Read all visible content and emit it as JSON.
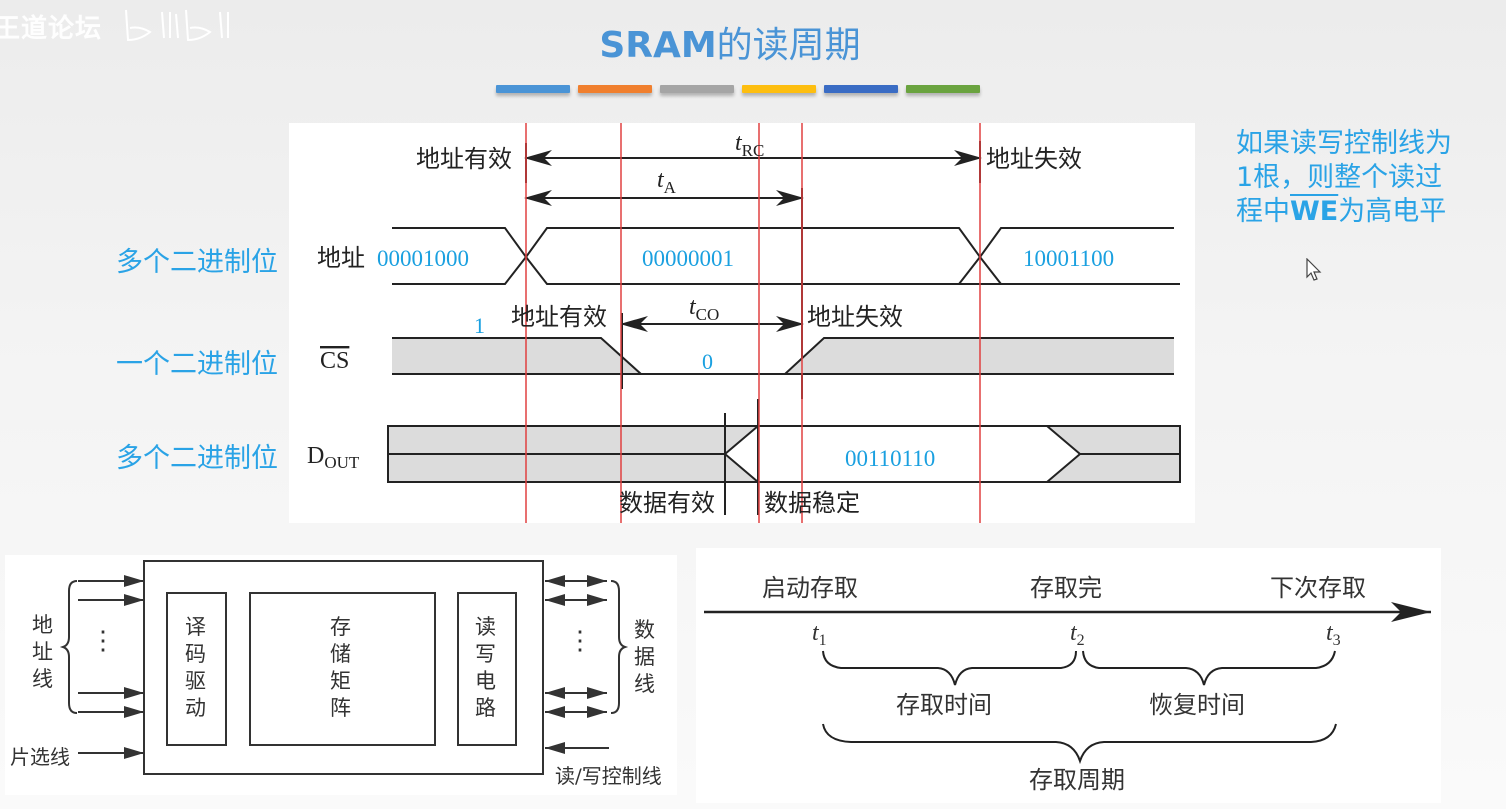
{
  "watermark": {
    "text": "王道论坛",
    "logo_icon": "bilibili-logo-icon"
  },
  "title": {
    "latin": "SRAM",
    "cn": "的读周期"
  },
  "color_bars": [
    "#4a94d6",
    "#f07f2e",
    "#a5a5a5",
    "#fdbe10",
    "#3a6cc4",
    "#6aa33f"
  ],
  "side_labels": {
    "address": "多个二进制位",
    "cs": "一个二进制位",
    "dout": "多个二进制位"
  },
  "note": {
    "line1": "如果读写控制线为",
    "line2": "1根，则整个读过",
    "line3_pre": "程中",
    "line3_signal": "WE",
    "line3_post": "为高电平"
  },
  "timing": {
    "addr_valid_top": "地址有效",
    "addr_invalid_top": "地址失效",
    "t_rc": {
      "t": "t",
      "sub": "RC"
    },
    "t_a": {
      "t": "t",
      "sub": "A"
    },
    "t_co": {
      "t": "t",
      "sub": "CO"
    },
    "addr_signal": "地址",
    "addr_values": [
      "00001000",
      "00000001",
      "10001100"
    ],
    "cs_signal": "CS",
    "cs_high": "1",
    "cs_low": "0",
    "cs_addr_valid": "地址有效",
    "cs_addr_invalid": "地址失效",
    "dout_signal": {
      "main": "D",
      "sub": "OUT"
    },
    "dout_value": "00110110",
    "data_valid": "数据有效",
    "data_stable": "数据稳定"
  },
  "block_diagram": {
    "address_lines": "地址线",
    "chip_select": "片选线",
    "decoder": "译码驱动",
    "matrix": "存储矩阵",
    "rw_circuit": "读写电路",
    "data_lines": "数据线",
    "rw_control": "读/写控制线",
    "ellipsis": "⋮"
  },
  "access_cycle": {
    "start": "启动存取",
    "done": "存取完",
    "next": "下次存取",
    "t1": {
      "t": "t",
      "sub": "1"
    },
    "t2": {
      "t": "t",
      "sub": "2"
    },
    "t3": {
      "t": "t",
      "sub": "3"
    },
    "access_time": "存取时间",
    "recovery_time": "恢复时间",
    "access_cycle": "存取周期"
  }
}
